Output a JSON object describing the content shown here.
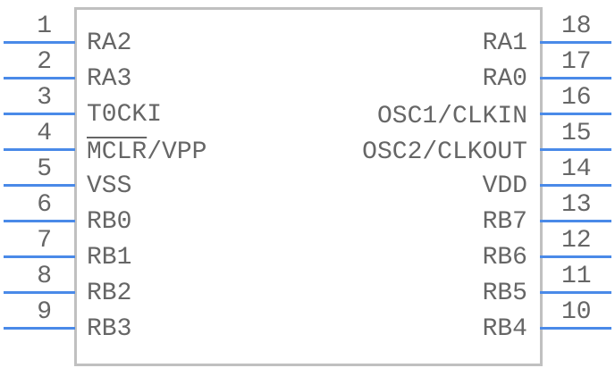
{
  "component": {
    "body_color": "#c0c0c0",
    "pin_color": "#4a8ae8",
    "text_color": "#666666"
  },
  "left_pins": [
    {
      "number": "1",
      "label": "RA2",
      "overline": ""
    },
    {
      "number": "2",
      "label": "RA3",
      "overline": ""
    },
    {
      "number": "3",
      "label": "T0CKI",
      "overline": ""
    },
    {
      "number": "4",
      "label": "/VPP",
      "overline": "MCLR"
    },
    {
      "number": "5",
      "label": "VSS",
      "overline": ""
    },
    {
      "number": "6",
      "label": "RB0",
      "overline": ""
    },
    {
      "number": "7",
      "label": "RB1",
      "overline": ""
    },
    {
      "number": "8",
      "label": "RB2",
      "overline": ""
    },
    {
      "number": "9",
      "label": "RB3",
      "overline": ""
    }
  ],
  "right_pins": [
    {
      "number": "18",
      "label": "RA1"
    },
    {
      "number": "17",
      "label": "RA0"
    },
    {
      "number": "16",
      "label": "OSC1/CLKIN"
    },
    {
      "number": "15",
      "label": "OSC2/CLKOUT"
    },
    {
      "number": "14",
      "label": "VDD"
    },
    {
      "number": "13",
      "label": "RB7"
    },
    {
      "number": "12",
      "label": "RB6"
    },
    {
      "number": "11",
      "label": "RB5"
    },
    {
      "number": "10",
      "label": "RB4"
    }
  ]
}
